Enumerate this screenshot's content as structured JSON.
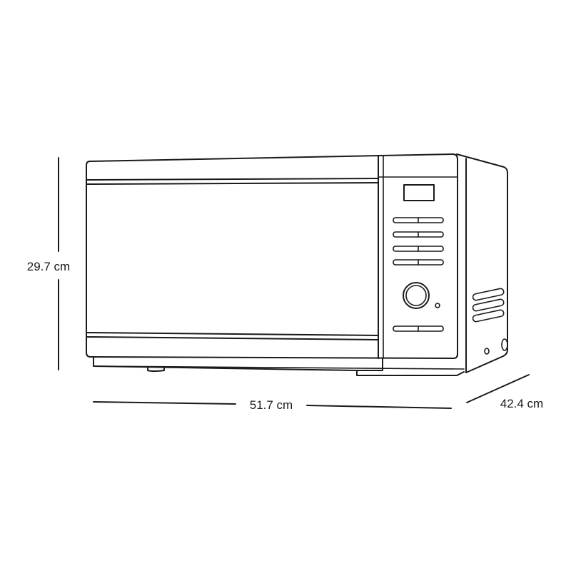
{
  "dimensions": {
    "height": "29.7 cm",
    "width": "51.7 cm",
    "depth": "42.4 cm"
  },
  "colors": {
    "line": "#1a1a1a",
    "background": "#ffffff"
  },
  "icons": {
    "appliance": "microwave-oven-outline"
  }
}
